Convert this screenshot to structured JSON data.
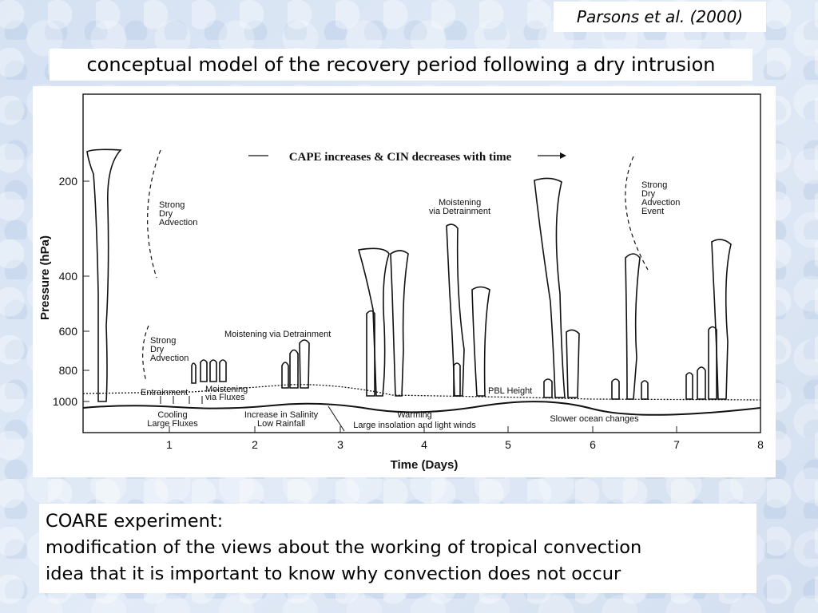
{
  "header": {
    "citation": "Parsons et al. (2000)",
    "title": "conceptual model of the recovery period following a dry intrusion"
  },
  "figure": {
    "arrow_caption": "CAPE increases & CIN decreases with time",
    "y_axis_title": "Pressure (hPa)",
    "x_axis_title": "Time (Days)",
    "y_ticks": [
      "200",
      "400",
      "600",
      "800",
      "1000"
    ],
    "x_ticks": [
      "1",
      "2",
      "3",
      "4",
      "5",
      "6",
      "7",
      "8"
    ],
    "annotations": {
      "strong_dry_advection_upper": [
        "Strong",
        "Dry",
        "Advection"
      ],
      "strong_dry_advection_lower": [
        "Strong",
        "Dry",
        "Advection"
      ],
      "strong_dry_advection_event": [
        "Strong",
        "Dry",
        "Advection",
        "Event"
      ],
      "moistening_detrainment_upper": [
        "Moistening",
        "via Detrainment"
      ],
      "moistening_detrainment_lower": "Moistening via Detrainment",
      "entrainment": "Entrainment",
      "moistening_fluxes": [
        "Moistening",
        "via Fluxes"
      ],
      "pbl_height": "PBL Height",
      "cooling": [
        "Cooling",
        "Large Fluxes"
      ],
      "salinity": [
        "Increase in Salinity",
        "Low Rainfall"
      ],
      "warming": [
        "Warming",
        "Large insolation and light winds"
      ],
      "ocean": "Slower ocean changes"
    }
  },
  "notes": {
    "line1": "COARE experiment:",
    "line2": "modification of the views about the working of tropical convection",
    "line3": "idea that it is important to know why convection does not occur"
  }
}
